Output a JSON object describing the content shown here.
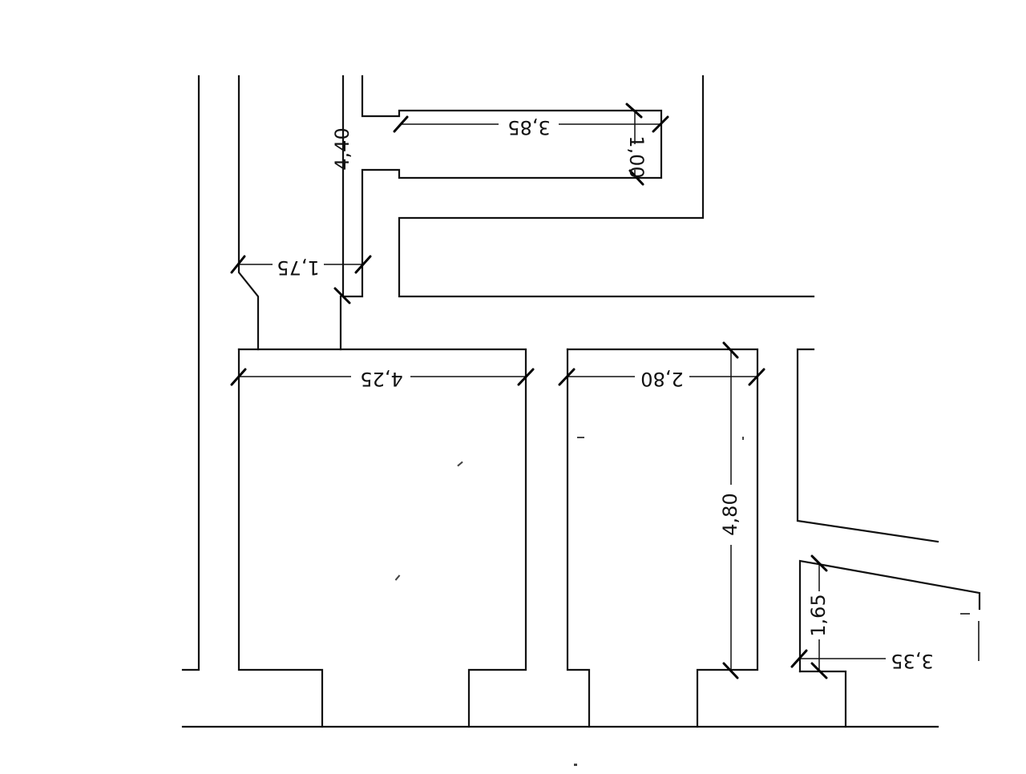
{
  "plan": {
    "type": "floor-plan",
    "stroke_color": "#111111",
    "background_color": "#ffffff",
    "dimensions": [
      {
        "id": "dim-3-85",
        "label": "3,85",
        "orientation": "horizontal",
        "text_upside_down": true
      },
      {
        "id": "dim-1-00",
        "label": "1,00",
        "orientation": "vertical",
        "text_upside_down": false
      },
      {
        "id": "dim-4-40",
        "label": "4,40",
        "orientation": "vertical",
        "text_upside_down": false
      },
      {
        "id": "dim-1-75",
        "label": "1,75",
        "orientation": "horizontal",
        "text_upside_down": true
      },
      {
        "id": "dim-4-25",
        "label": "4,25",
        "orientation": "horizontal",
        "text_upside_down": true
      },
      {
        "id": "dim-2-80",
        "label": "2,80",
        "orientation": "horizontal",
        "text_upside_down": true
      },
      {
        "id": "dim-4-80",
        "label": "4,80",
        "orientation": "vertical",
        "text_upside_down": false
      },
      {
        "id": "dim-1-65",
        "label": "1,65",
        "orientation": "vertical",
        "text_upside_down": false
      },
      {
        "id": "dim-3-35",
        "label": "3,35",
        "orientation": "horizontal",
        "text_upside_down": true
      }
    ]
  }
}
